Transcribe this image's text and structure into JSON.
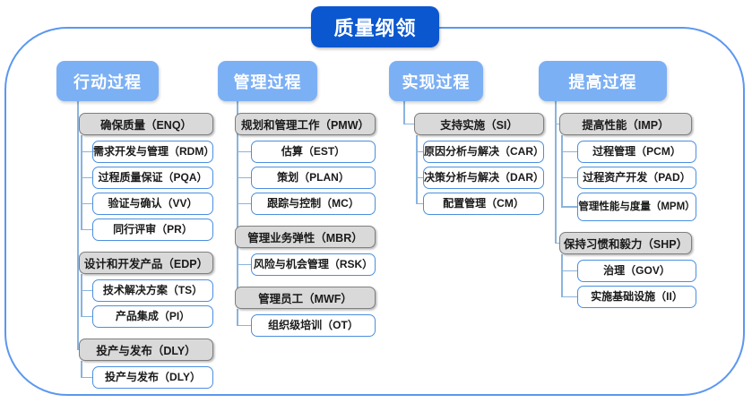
{
  "diagram": {
    "type": "hierarchy-tree",
    "root": {
      "label": "质量纲领"
    },
    "columns": [
      {
        "header": "行动过程",
        "groups": [
          {
            "label": "确保质量（ENQ）",
            "items": [
              "需求开发与管理（RDM）",
              "过程质量保证（PQA）",
              "验证与确认（VV）",
              "同行评审（PR）"
            ]
          },
          {
            "label": "设计和开发产品（EDP）",
            "items": [
              "技术解决方案（TS）",
              "产品集成（PI）"
            ]
          },
          {
            "label": "投产与发布（DLY）",
            "items": [
              "投产与发布（DLY）"
            ]
          }
        ]
      },
      {
        "header": "管理过程",
        "groups": [
          {
            "label": "规划和管理工作（PMW）",
            "items": [
              "估算（EST）",
              "策划（PLAN）",
              "跟踪与控制（MC）"
            ]
          },
          {
            "label": "管理业务弹性（MBR）",
            "items": [
              "风险与机会管理（RSK）"
            ]
          },
          {
            "label": "管理员工（MWF）",
            "items": [
              "组织级培训（OT）"
            ]
          }
        ]
      },
      {
        "header": "实现过程",
        "groups": [
          {
            "label": "支持实施（SI）",
            "items": [
              "原因分析与解决（CAR）",
              "决策分析与解决（DAR）",
              "配置管理（CM）"
            ]
          }
        ]
      },
      {
        "header": "提高过程",
        "groups": [
          {
            "label": "提高性能（IMP）",
            "items": [
              "过程管理（PCM）",
              "过程资产开发（PAD）",
              "管理性能与度量\n（MPM）"
            ]
          },
          {
            "label": "保持习惯和毅力（SHP）",
            "items": [
              "治理（GOV）",
              "实施基础设施（II）"
            ]
          }
        ]
      }
    ]
  },
  "colors": {
    "root_fill": "#0b57d0",
    "header_fill": "#7cb0f5",
    "group_fill": "#d9d9d9",
    "group_border": "#7f7f7f",
    "leaf_border": "#4a8fe0",
    "leaf_fill": "#ffffff",
    "connector": "#8ab4dd",
    "frame_border": "#5b97f0",
    "page_background": "#ffffff"
  }
}
